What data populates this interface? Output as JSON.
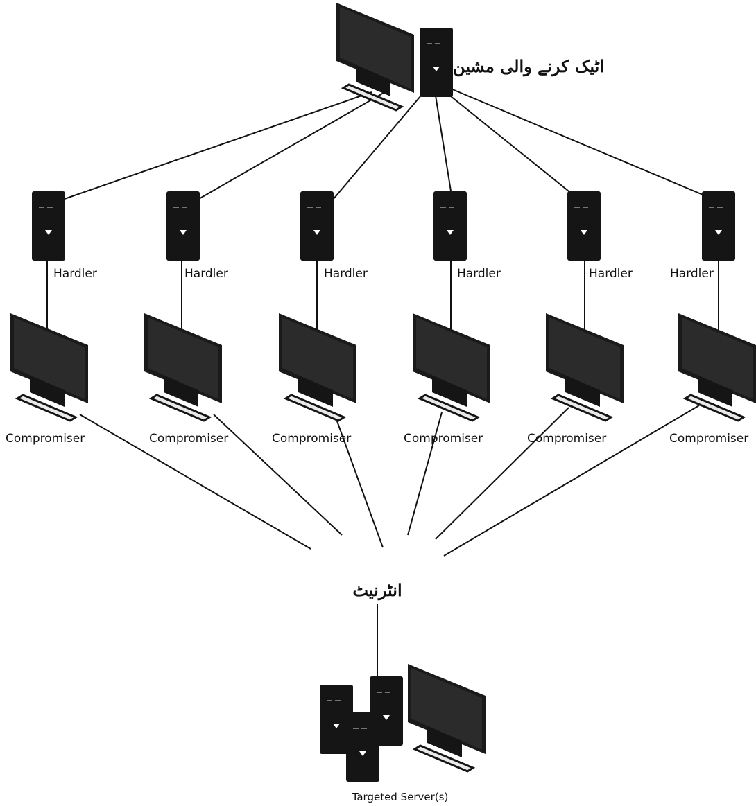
{
  "attacker": {
    "label": "اٹیک کرنے والی مشین"
  },
  "handlers": [
    {
      "label": "Hardler"
    },
    {
      "label": "Hardler"
    },
    {
      "label": "Hardler"
    },
    {
      "label": "Hardler"
    },
    {
      "label": "Hardler"
    },
    {
      "label": "Hardler"
    }
  ],
  "compromisers": [
    {
      "label": "Compromiser"
    },
    {
      "label": "Compromiser"
    },
    {
      "label": "Compromiser"
    },
    {
      "label": "Compromiser"
    },
    {
      "label": "Compromiser"
    },
    {
      "label": "Compromiser"
    }
  ],
  "internet": {
    "label": "انٹرنیٹ"
  },
  "target": {
    "label": "Targeted Server(s)"
  },
  "colors": {
    "device": "#151515",
    "screen": "#2a2a2a",
    "line": "#111111",
    "background": "#ffffff"
  }
}
